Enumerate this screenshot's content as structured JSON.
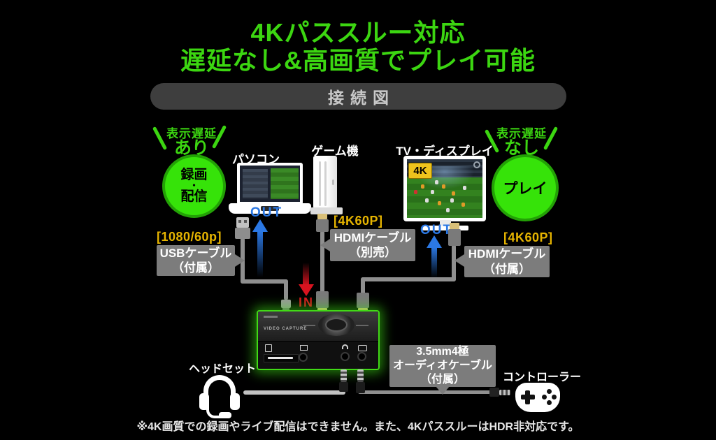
{
  "title": {
    "line1": "4Kパススルー対応",
    "line2": "遅延なし&高画質でプレイ可能"
  },
  "header": {
    "label": "接続図"
  },
  "recording_side": {
    "delay_top": "表示遅延",
    "delay_bottom": "あり",
    "circle_lines": [
      "録画",
      "・",
      "配信"
    ]
  },
  "play_side": {
    "delay_top": "表示遅延",
    "delay_bottom": "なし",
    "circle_label": "プレイ"
  },
  "devices": {
    "pc_label": "パソコン",
    "console_label": "ゲーム機",
    "tv_label": "TV・ディスプレイ",
    "tv_badge": "4K",
    "capture_label": "VIDEO CAPTURE",
    "headset_label": "ヘッドセット",
    "controller_label": "コントローラー"
  },
  "flow": {
    "pc_out": "OUT",
    "device_in": "IN",
    "tv_out": "OUT"
  },
  "cables": {
    "usb": {
      "spec": "[1080/60p]",
      "name": "USBケーブル",
      "note": "（付属）"
    },
    "hdmi_source": {
      "spec": "[4K60P]",
      "name": "HDMIケーブル",
      "note": "（別売）"
    },
    "hdmi_display": {
      "spec": "[4K60P]",
      "name": "HDMIケーブル",
      "note": "（付属）"
    },
    "audio": {
      "line1": "3.5mm4極",
      "line2": "オーディオケーブル",
      "line3": "（付属）"
    }
  },
  "footnote": "※4K画質での録画やライブ配信はできません。また、4KパススルーはHDR非対応です。",
  "colors": {
    "accent_green": "#3cd611",
    "spec_yellow": "#e6b400",
    "out_blue": "#2b78e4",
    "in_red": "#d8131f",
    "bubble_gray": "#7c7c7c"
  }
}
